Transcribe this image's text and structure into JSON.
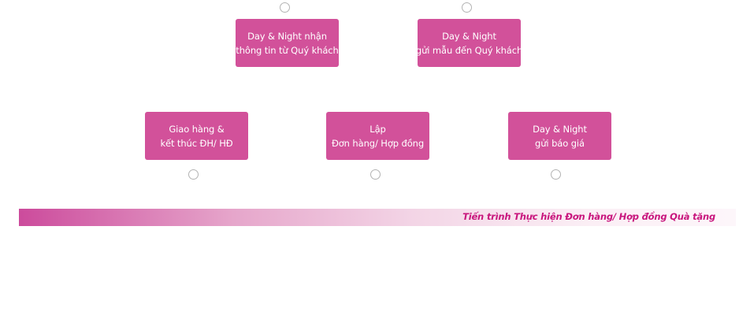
{
  "steps": {
    "receive_info": {
      "line1": "Day & Night nhận",
      "line2": "thông tin từ Quý khách"
    },
    "send_samples": {
      "line1": "Day & Night",
      "line2": "gửi mẫu đến Quý khách"
    },
    "delivery": {
      "line1": "Giao hàng &",
      "line2": "kết thúc ĐH/ HĐ"
    },
    "create_order": {
      "line1": "Lập",
      "line2": "Đơn hàng/ Hợp đồng"
    },
    "send_quote": {
      "line1": "Day & Night",
      "line2": "gửi báo giá"
    }
  },
  "banner": {
    "title": "Tiến trình Thực hiện Đơn hàng/ Hợp đồng Quà tặng"
  },
  "colors": {
    "step_box": "#d2519a",
    "banner_text": "#c8167d",
    "banner_start": "#cc4b9c"
  }
}
